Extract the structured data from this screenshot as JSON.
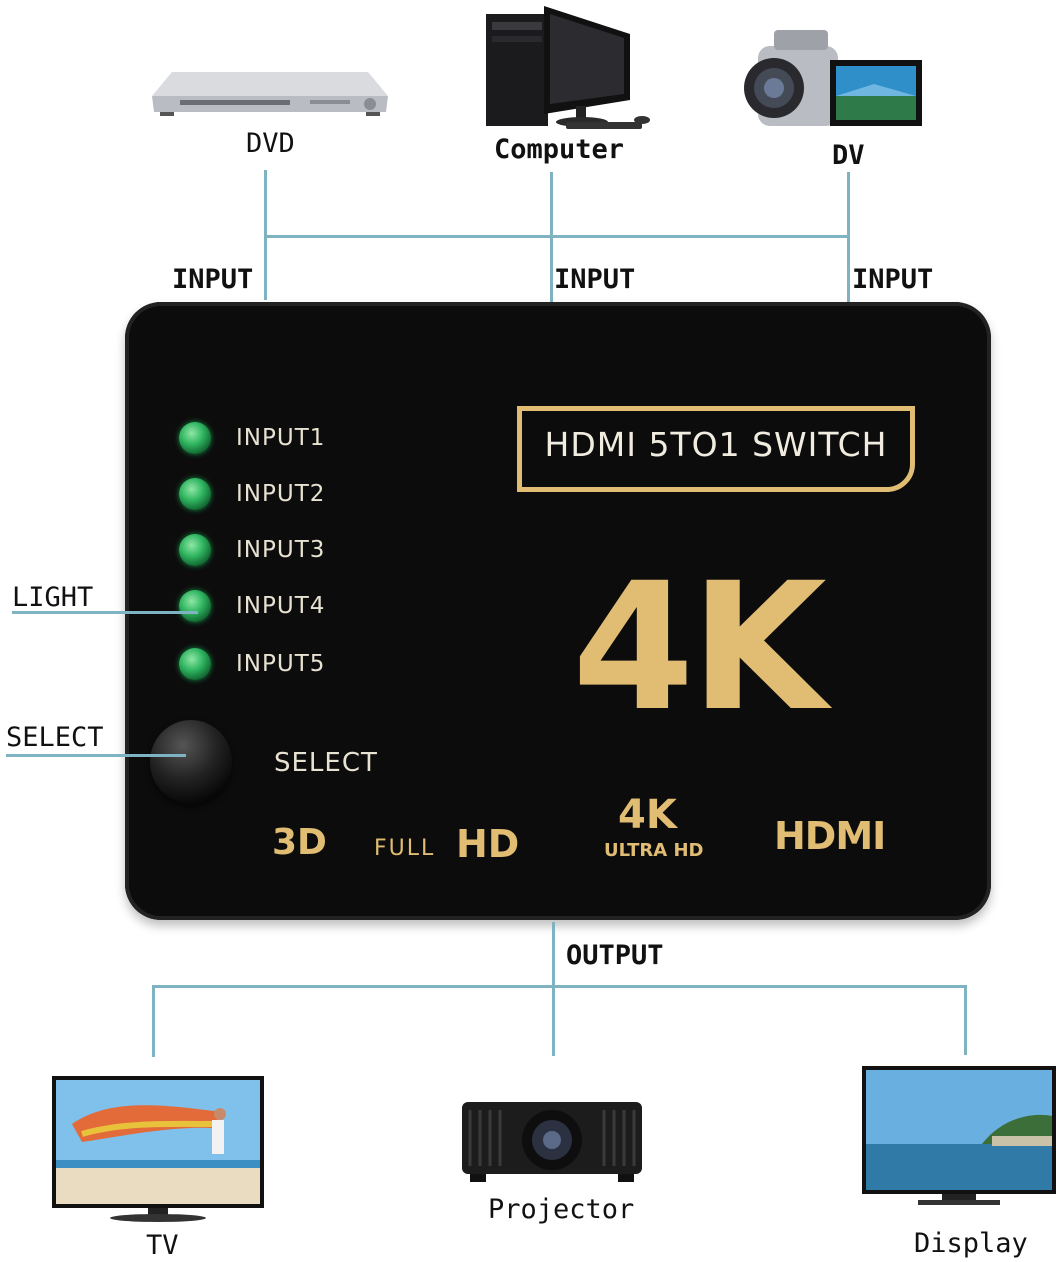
{
  "sources": {
    "dvd_label": "DVD",
    "computer_label": "Computer",
    "dv_label": "DV"
  },
  "input_labels": [
    "INPUT",
    "INPUT",
    "INPUT"
  ],
  "side_labels": {
    "light": "LIGHT",
    "select": "SELECT"
  },
  "switch": {
    "title": "HDMI 5TO1 SWITCH",
    "big_label": "4K",
    "leds": [
      "INPUT1",
      "INPUT2",
      "INPUT3",
      "INPUT4",
      "INPUT5"
    ],
    "select_label": "SELECT",
    "badge_3d": "3D",
    "badge_full": "FULL",
    "badge_hd": "HD",
    "badge_4k": "4K",
    "badge_ultra": "ULTRA HD",
    "badge_hdmi": "HDMI"
  },
  "output_label": "OUTPUT",
  "outputs": {
    "tv_label": "TV",
    "projector_label": "Projector",
    "display_label": "Display"
  },
  "colors": {
    "connector_line": "#7fb3c2",
    "gold": "#e0bd72",
    "led_green": "#2fb560",
    "box": "#0c0c0c"
  }
}
